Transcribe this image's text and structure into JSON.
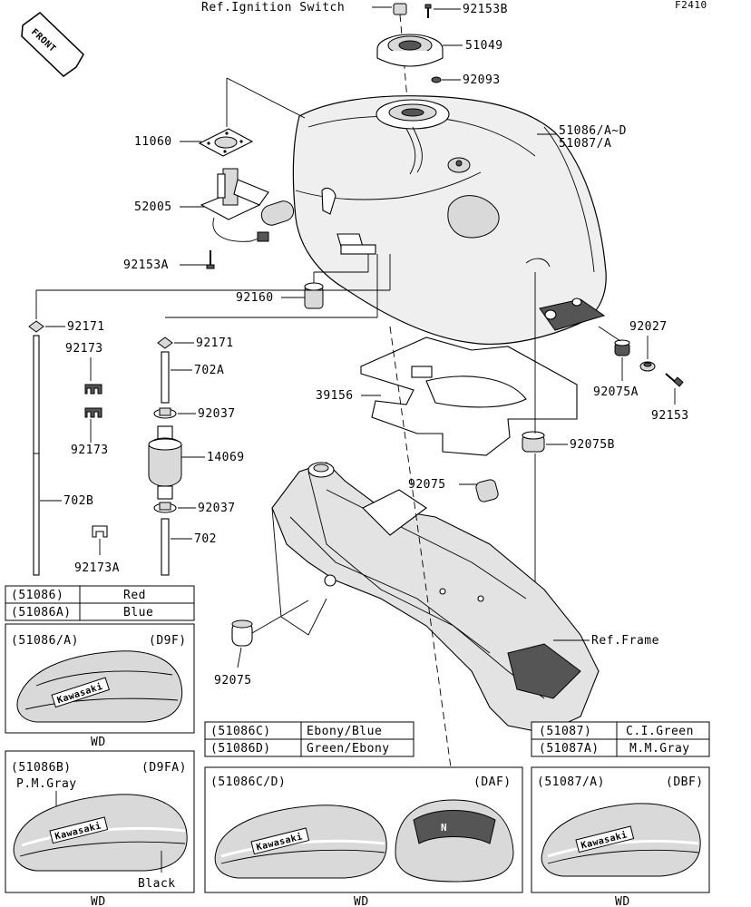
{
  "figure_code": "F2410",
  "front_badge": "FRONT",
  "refs": {
    "ignition_switch": "Ref.Ignition Switch",
    "frame": "Ref.Frame"
  },
  "parts": {
    "p92153B": "92153B",
    "p51049": "51049",
    "p92093": "92093",
    "p51086": "51086/A~D",
    "p51087": "51087/A",
    "p11060": "11060",
    "p52005": "52005",
    "p92153A": "92153A",
    "p92160": "92160",
    "p92171_left": "92171",
    "p92171_mid": "92171",
    "p92173_top": "92173",
    "p92173_bot": "92173",
    "p702A": "702A",
    "p92037_top": "92037",
    "p14069": "14069",
    "p92037_bot": "92037",
    "p702B": "702B",
    "p702": "702",
    "p92173A": "92173A",
    "p39156": "39156",
    "p92027": "92027",
    "p92075A": "92075A",
    "p92153": "92153",
    "p92075B": "92075B",
    "p92075_mid": "92075",
    "p92075_low": "92075"
  },
  "color_tables": {
    "left": [
      {
        "code": "(51086)",
        "color": "Red"
      },
      {
        "code": "(51086A)",
        "color": "Blue"
      }
    ],
    "middle": [
      {
        "code": "(51086C)",
        "color": "Ebony/Blue"
      },
      {
        "code": "(51086D)",
        "color": "Green/Ebony"
      }
    ],
    "right": [
      {
        "code": "(51087)",
        "color": "C.I.Green"
      },
      {
        "code": "(51087A)",
        "color": "M.M.Gray"
      }
    ]
  },
  "insets": {
    "a": {
      "code": "(51086/A)",
      "variant": "(D9F)",
      "brand": "Kawasaki",
      "footer": "WD"
    },
    "b": {
      "code": "(51086B)",
      "variant": "(D9FA)",
      "color_top": "P.M.Gray",
      "color_bottom": "Black",
      "brand": "Kawasaki",
      "footer": "WD"
    },
    "c": {
      "code": "(51086C/D)",
      "variant": "(DAF)",
      "brand": "Kawasaki",
      "footer": "WD"
    },
    "d": {
      "code": "(51087/A)",
      "variant": "(DBF)",
      "brand": "Kawasaki",
      "footer": "WD"
    }
  }
}
